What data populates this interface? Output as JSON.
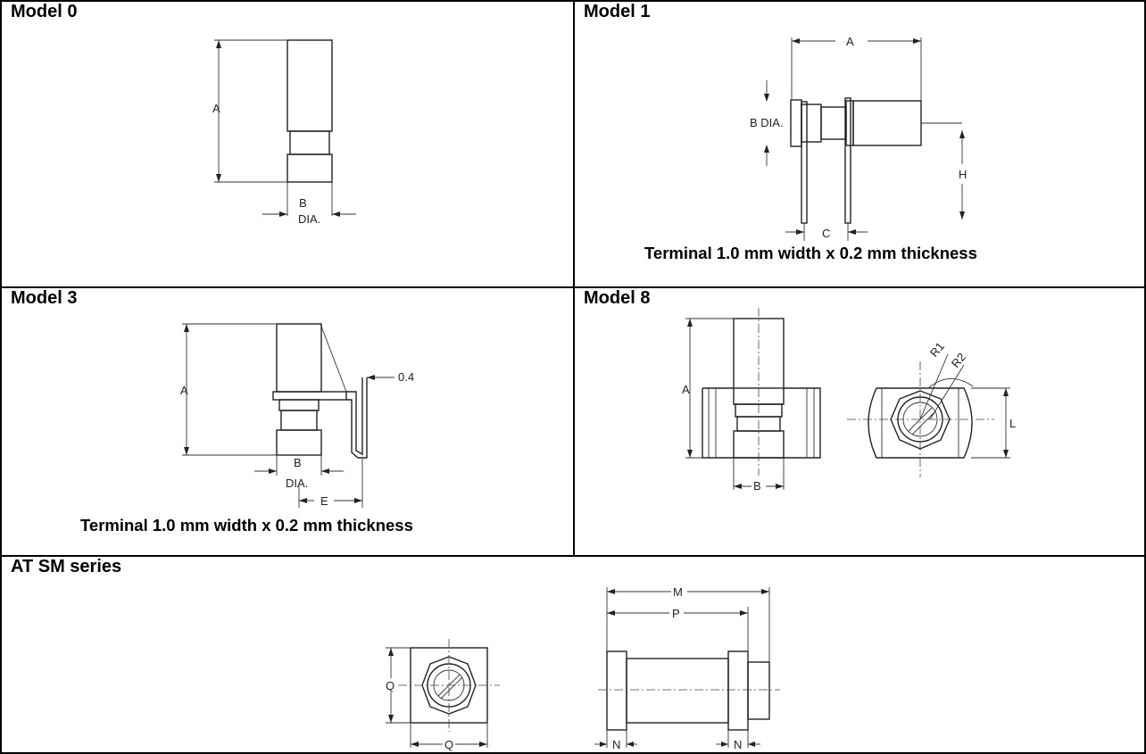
{
  "model0": {
    "title": "Model 0",
    "labels": {
      "a": "A",
      "b": "B",
      "dia": "DIA."
    }
  },
  "model1": {
    "title": "Model 1",
    "labels": {
      "a": "A",
      "bdia": "B DIA.",
      "h": "H",
      "c": "C"
    },
    "caption": "Terminal 1.0 mm width x 0.2 mm thickness"
  },
  "model3": {
    "title": "Model 3",
    "labels": {
      "a": "A",
      "thick": "0.4",
      "b": "B",
      "dia": "DIA.",
      "e": "E"
    },
    "caption": "Terminal 1.0 mm width x 0.2 mm thickness"
  },
  "model8": {
    "title": "Model 8",
    "labels": {
      "a": "A",
      "b": "B",
      "r1": "R1",
      "r2": "R2",
      "l": "L"
    }
  },
  "atsm": {
    "title": "AT SM series",
    "labels": {
      "q_side": "Q",
      "q_bottom": "Q",
      "m": "M",
      "p": "P",
      "n_left": "N",
      "n_right": "N"
    }
  }
}
